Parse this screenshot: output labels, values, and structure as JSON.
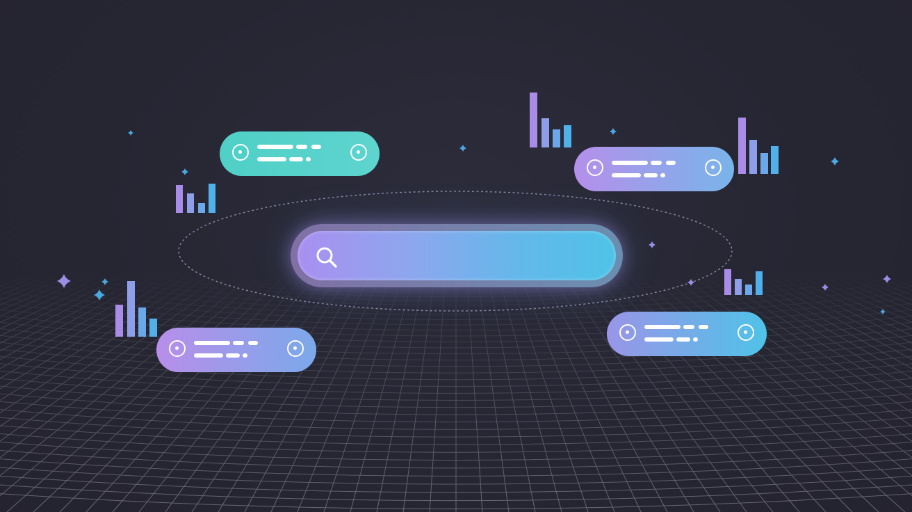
{
  "search": {
    "value": "",
    "placeholder": ""
  },
  "results": [
    {
      "id": "result-card-teal"
    },
    {
      "id": "result-card-purple-right"
    },
    {
      "id": "result-card-purple-left"
    },
    {
      "id": "result-card-blue-right"
    }
  ],
  "icons": [
    "search-icon",
    "target-icon",
    "sparkle-icon",
    "bar-chart-icon"
  ],
  "colors": {
    "background": "#262633",
    "grid": "#5a4a86",
    "teal": "#4fd0c6",
    "purple": "#b58fea",
    "cyan": "#4fc3e8",
    "sparkle_blue": "#4aa8e0",
    "sparkle_purple": "#9c8ee6"
  }
}
